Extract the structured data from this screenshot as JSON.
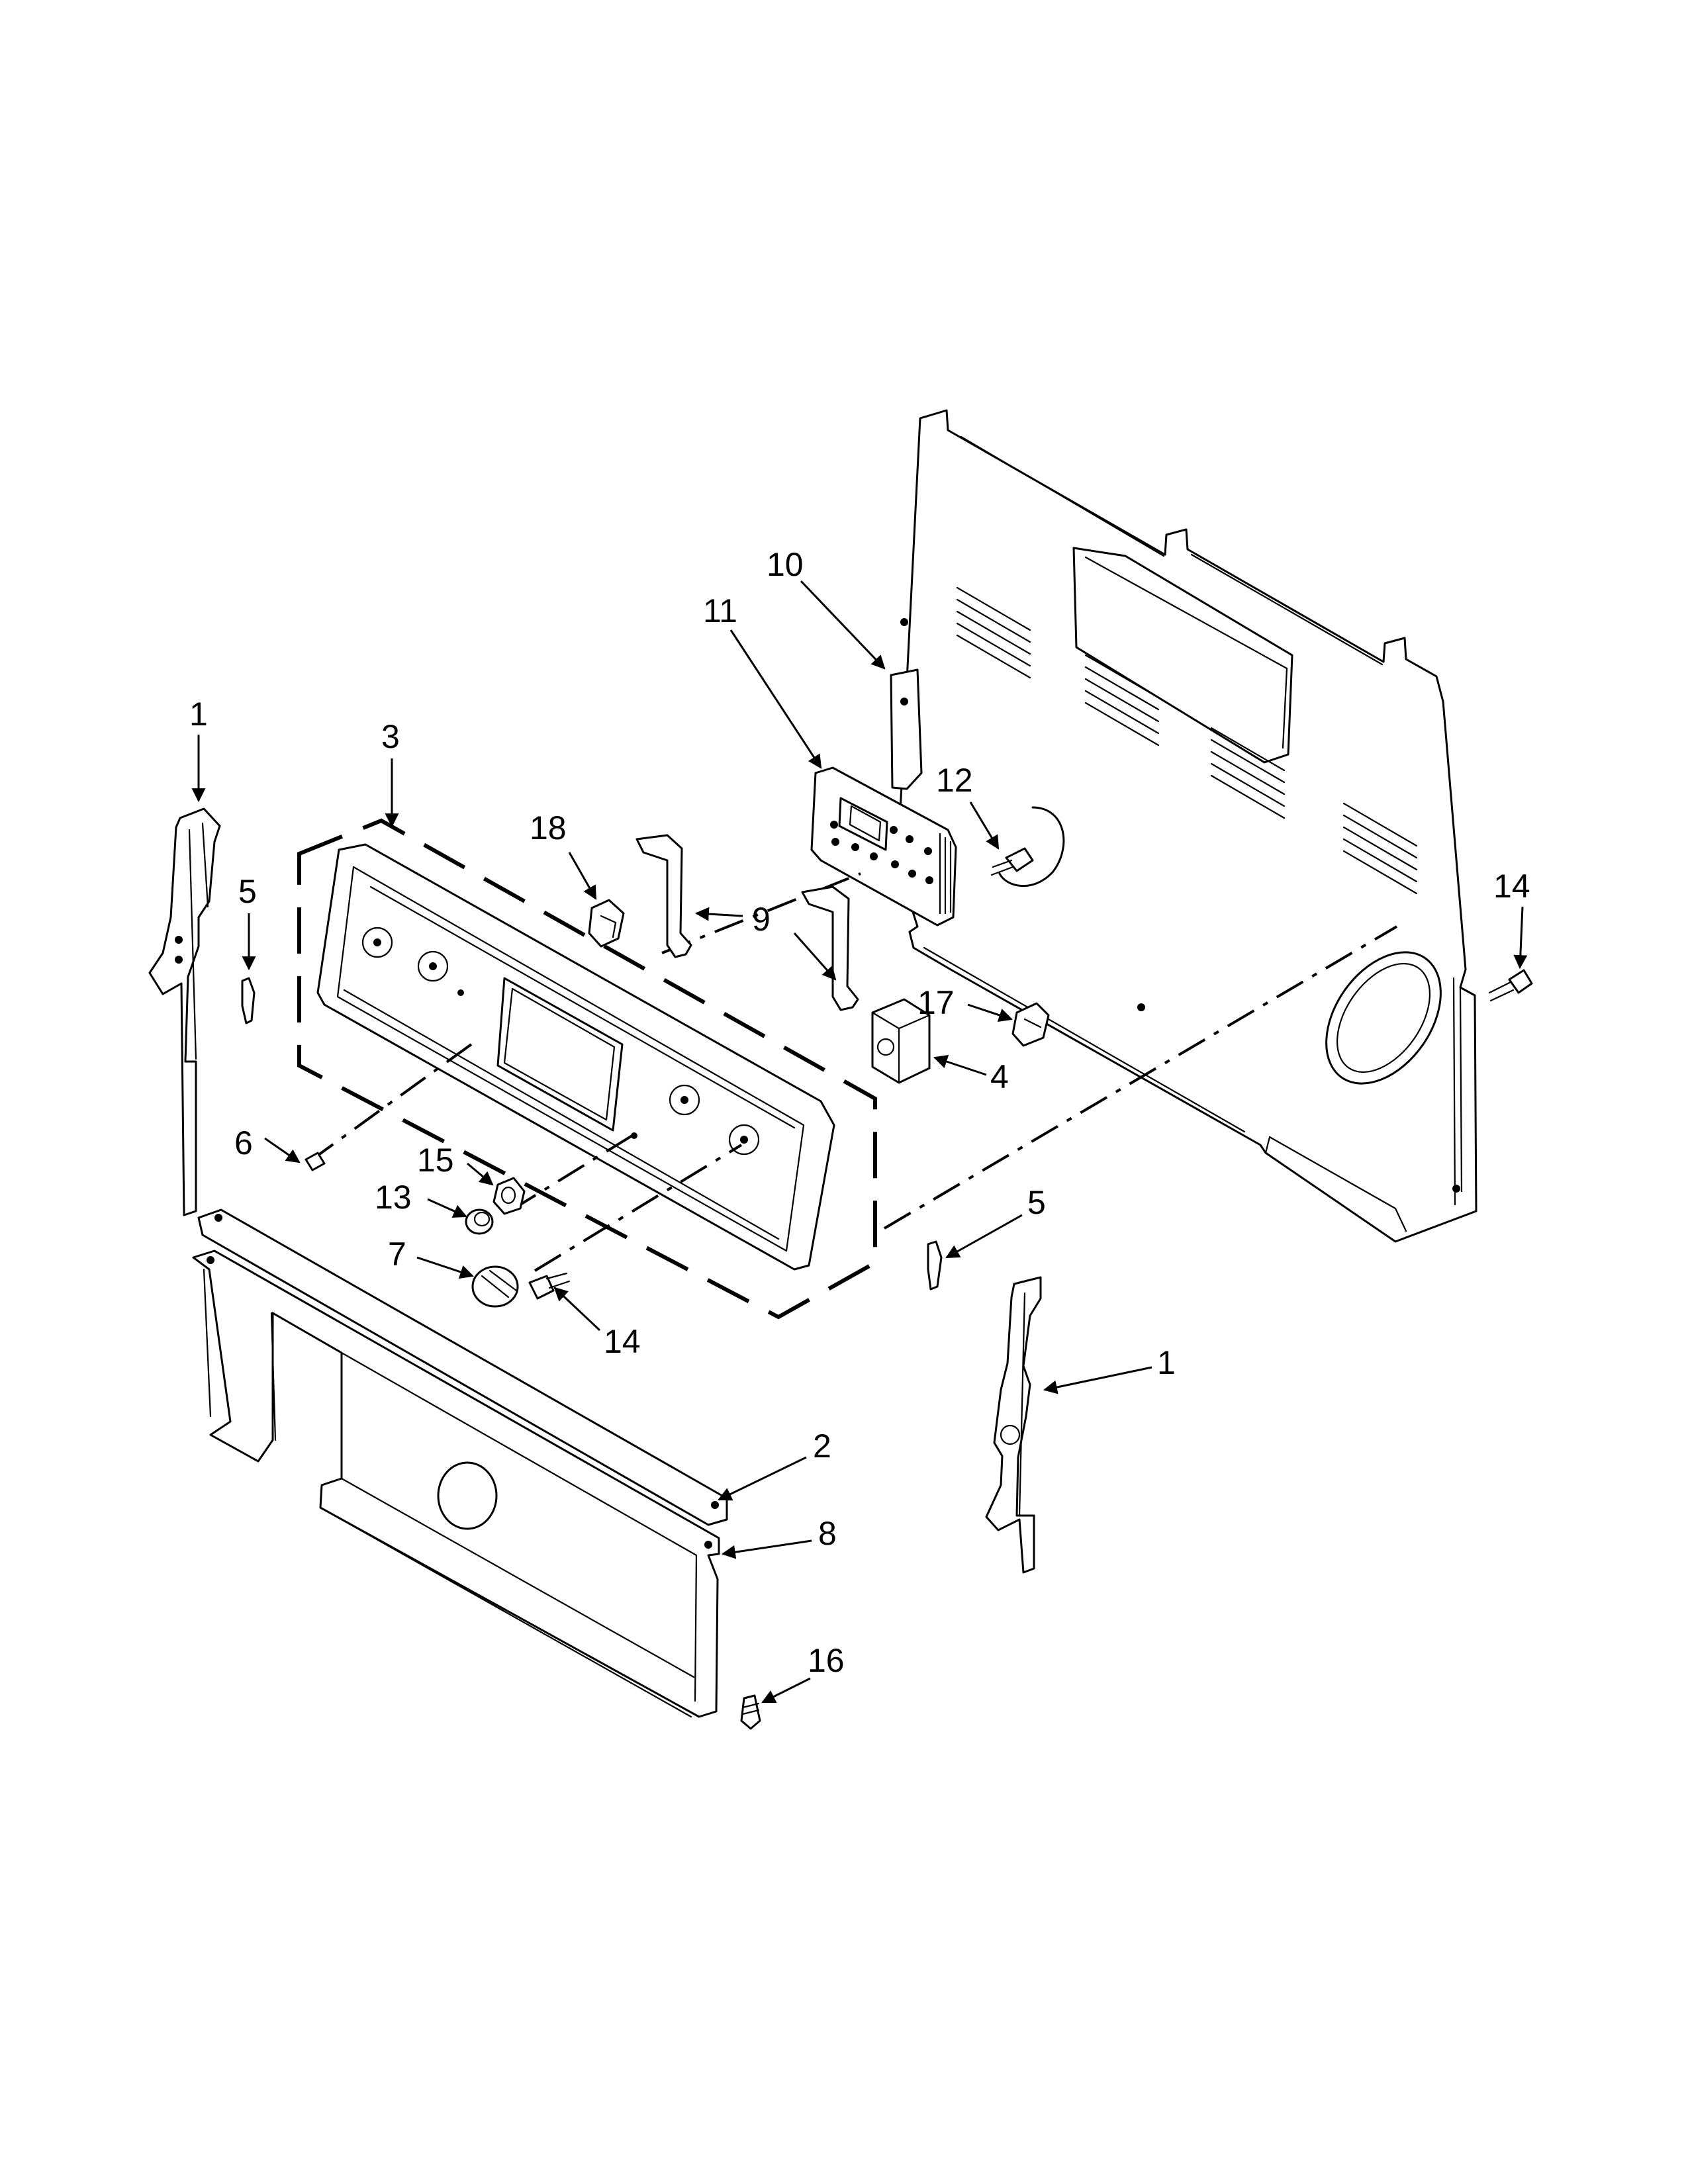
{
  "diagram": {
    "callouts": [
      {
        "id": "c1-left",
        "text": "1"
      },
      {
        "id": "c1-right",
        "text": "1"
      },
      {
        "id": "c2",
        "text": "2"
      },
      {
        "id": "c3",
        "text": "3"
      },
      {
        "id": "c4",
        "text": "4"
      },
      {
        "id": "c5-left",
        "text": "5"
      },
      {
        "id": "c5-right",
        "text": "5"
      },
      {
        "id": "c6",
        "text": "6"
      },
      {
        "id": "c7",
        "text": "7"
      },
      {
        "id": "c8",
        "text": "8"
      },
      {
        "id": "c9",
        "text": "9"
      },
      {
        "id": "c10",
        "text": "10"
      },
      {
        "id": "c11",
        "text": "11"
      },
      {
        "id": "c12",
        "text": "12"
      },
      {
        "id": "c13",
        "text": "13"
      },
      {
        "id": "c14-top",
        "text": "14"
      },
      {
        "id": "c14-bottom",
        "text": "14"
      },
      {
        "id": "c15",
        "text": "15"
      },
      {
        "id": "c16",
        "text": "16"
      },
      {
        "id": "c17",
        "text": "17"
      },
      {
        "id": "c18",
        "text": "18"
      }
    ]
  },
  "colors": {
    "line": "#000000",
    "background": "#ffffff"
  }
}
